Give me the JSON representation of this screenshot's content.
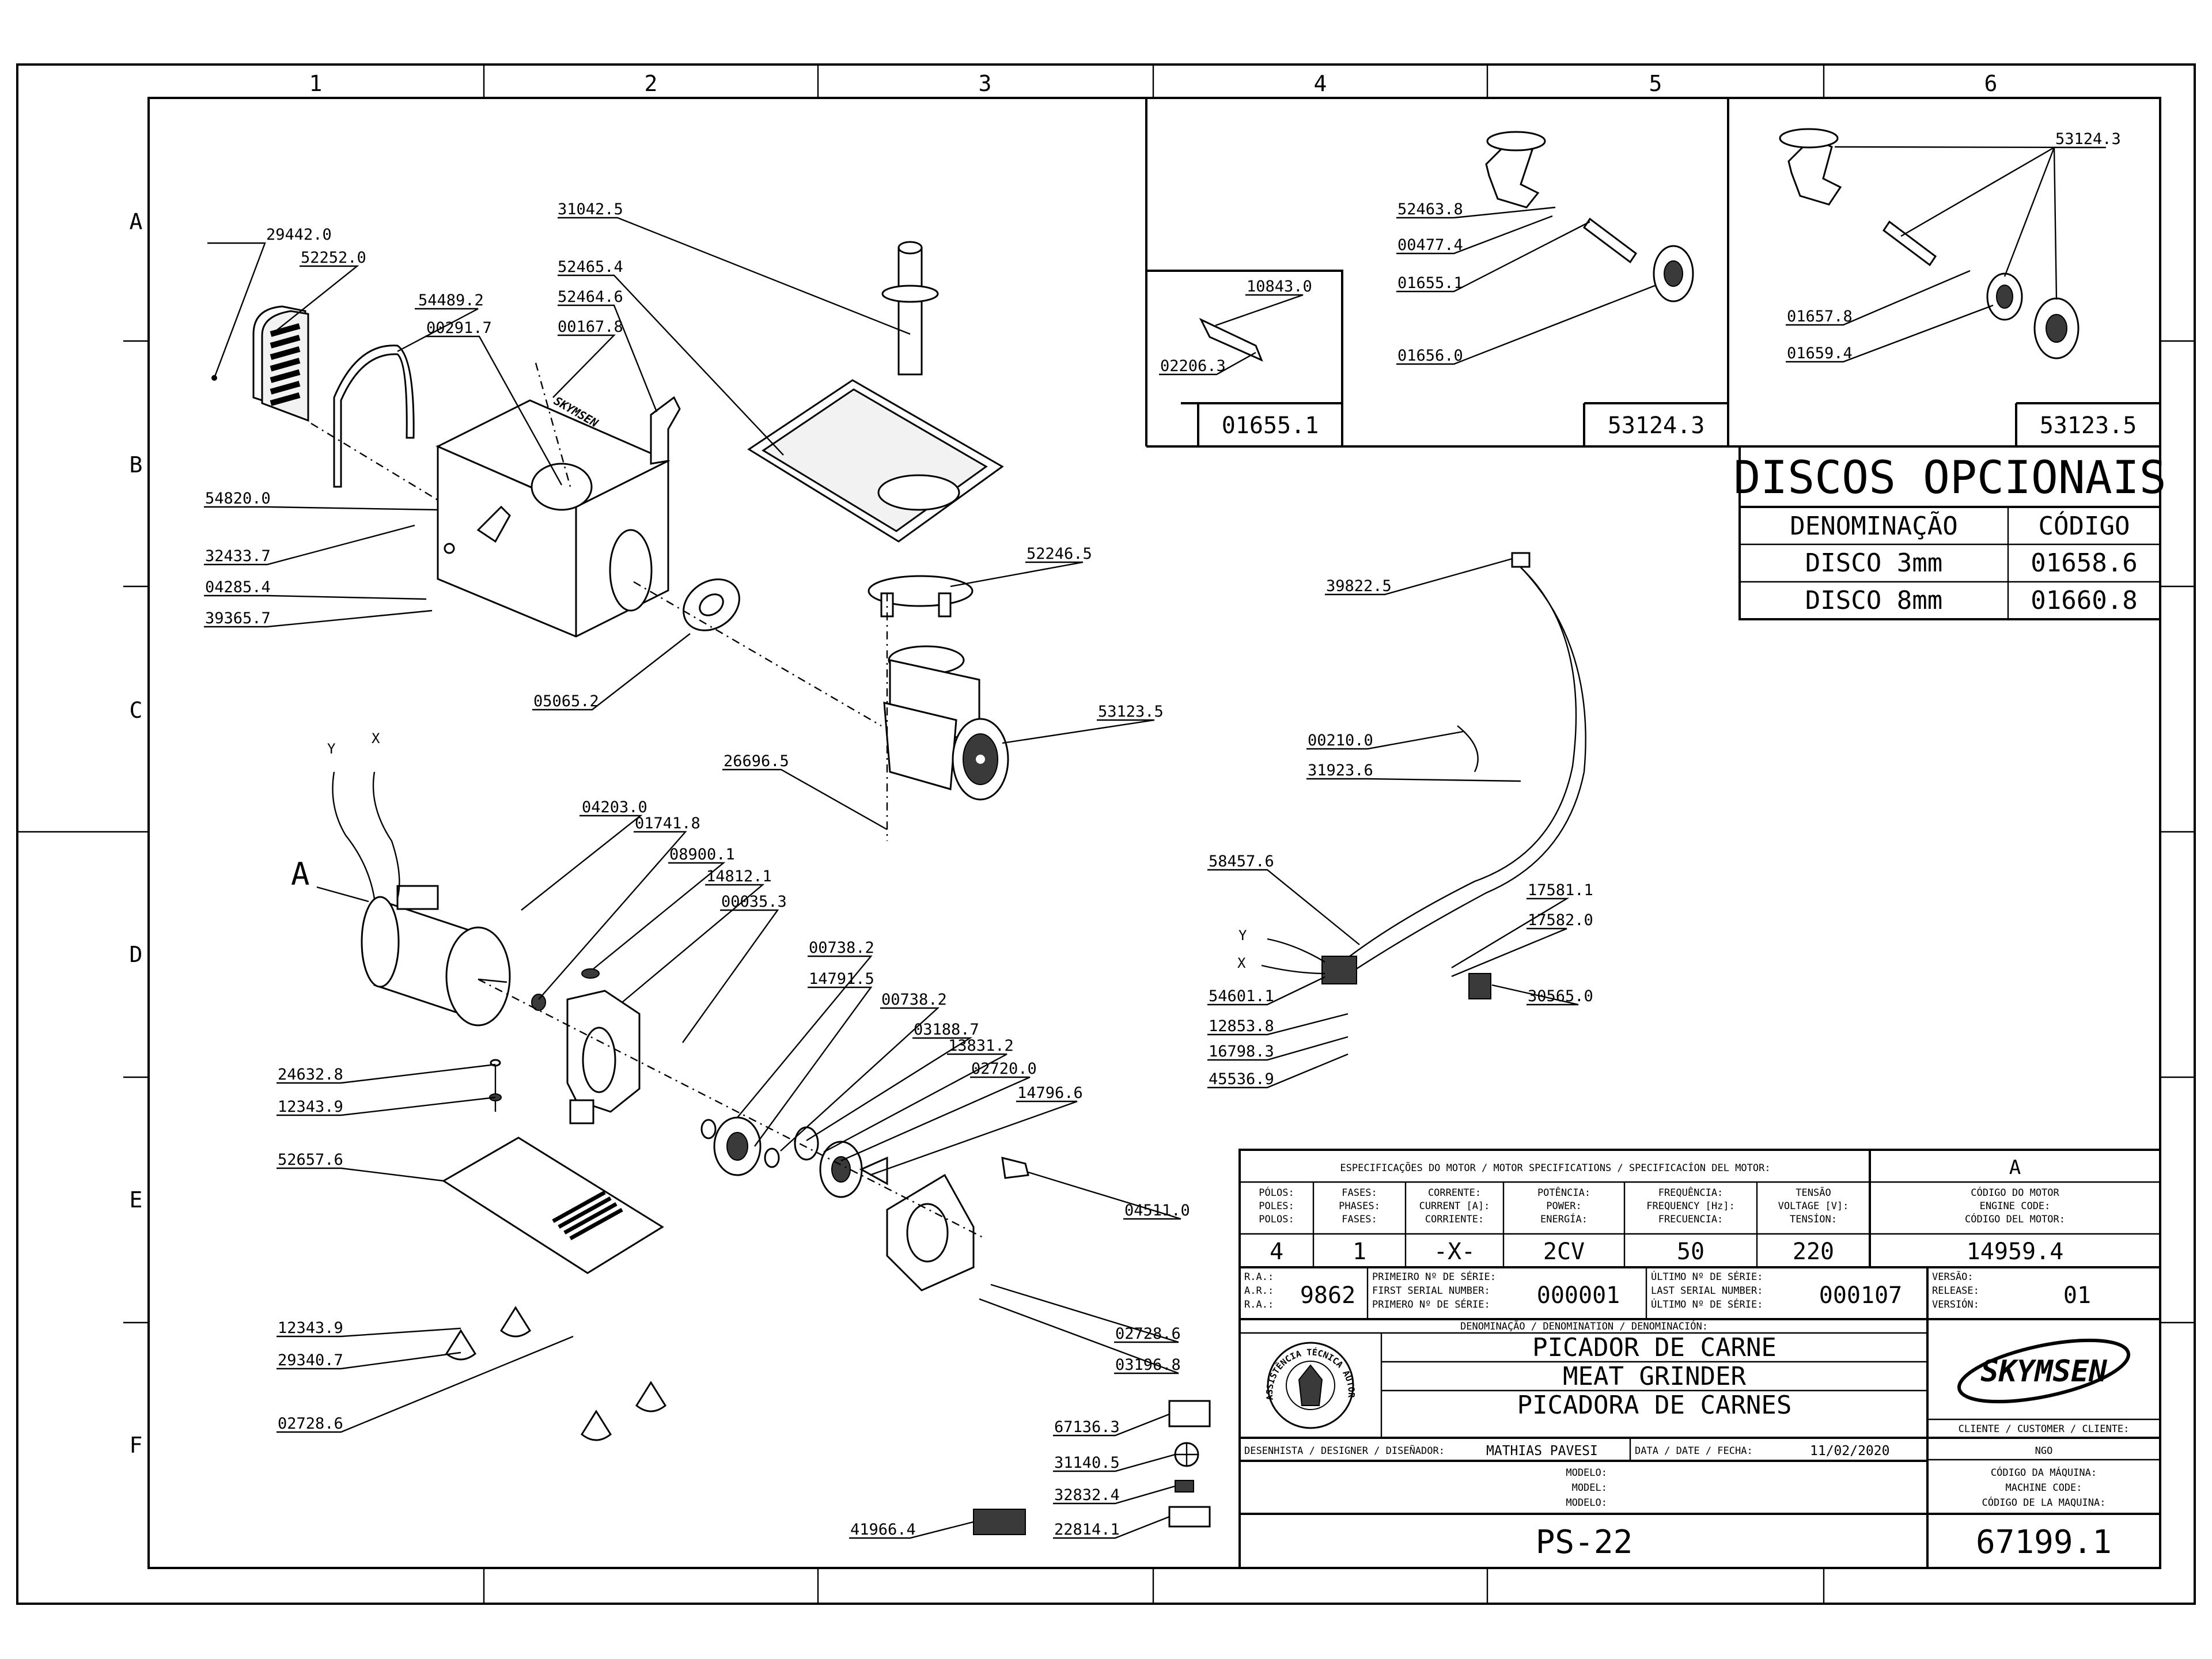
{
  "zones": {
    "columns": [
      "1",
      "2",
      "3",
      "4",
      "5",
      "6"
    ],
    "rows": [
      "A",
      "B",
      "C",
      "D",
      "E",
      "F"
    ]
  },
  "part_labels": {
    "p29442_0": "29442.0",
    "p52252_0": "52252.0",
    "p54489_2": "54489.2",
    "p00291_7": "00291.7",
    "p31042_5": "31042.5",
    "p52465_4": "52465.4",
    "p52464_6": "52464.6",
    "p00167_8": "00167.8",
    "p54820_0": "54820.0",
    "p32433_7": "32433.7",
    "p04285_4": "04285.4",
    "p39365_7": "39365.7",
    "p05065_2": "05065.2",
    "p52246_5": "52246.5",
    "p53123_5": "53123.5",
    "p26696_5": "26696.5",
    "p04203_0": "04203.0",
    "p01741_8": "01741.8",
    "p08900_1": "08900.1",
    "p14812_1": "14812.1",
    "p00035_3": "00035.3",
    "p00738_2a": "00738.2",
    "p14791_5": "14791.5",
    "p00738_2b": "00738.2",
    "p03188_7": "03188.7",
    "p13831_2": "13831.2",
    "p02720_0": "02720.0",
    "p14796_6": "14796.6",
    "p24632_8": "24632.8",
    "p12343_9a": "12343.9",
    "p52657_6": "52657.6",
    "p04511_0": "04511.0",
    "p02728_6a": "02728.6",
    "p03196_8": "03196.8",
    "p12343_9b": "12343.9",
    "p29340_7": "29340.7",
    "p02728_6b": "02728.6",
    "p67136_3": "67136.3",
    "p31140_5": "31140.5",
    "p32832_4": "32832.4",
    "p22814_1": "22814.1",
    "p41966_4": "41966.4",
    "p52463_8": "52463.8",
    "p00477_4": "00477.4",
    "p01655_1": "01655.1",
    "p01656_0": "01656.0",
    "p10843_0": "10843.0",
    "p02206_3": "02206.3",
    "p53124_3": "53124.3",
    "p01657_8": "01657.8",
    "p01659_4": "01659.4",
    "p39822_5": "39822.5",
    "p00210_0": "00210.0",
    "p31923_6": "31923.6",
    "p58457_6": "58457.6",
    "p17581_1": "17581.1",
    "p17582_0": "17582.0",
    "p30565_0": "30565.0",
    "p54601_1": "54601.1",
    "p12853_8": "12853.8",
    "p16798_3": "16798.3",
    "p45536_9": "45536.9"
  },
  "callouts": {
    "motor_a": "A",
    "wire_y": "Y",
    "wire_x": "X",
    "wire_y2": "Y",
    "wire_x2": "X",
    "brand_cover": "SKYMSEN"
  },
  "kits": {
    "kit1": "01655.1",
    "kit2": "53124.3",
    "kit3": "53123.5"
  },
  "optional_discs": {
    "title": "DISCOS OPCIONAIS",
    "col_name": "DENOMINAÇÃO",
    "col_code": "CÓDIGO",
    "rows": [
      {
        "name": "DISCO 3mm",
        "code": "01658.6"
      },
      {
        "name": "DISCO 8mm",
        "code": "01660.8"
      }
    ]
  },
  "title_block": {
    "motor_spec_header": "ESPECIFICAÇÕES DO MOTOR / MOTOR SPECIFICATIONS / SPECIFICACÍON DEL MOTOR:",
    "motor_letter": "A",
    "spec_headers": [
      [
        "PÓLOS:",
        "POLES:",
        "POLOS:"
      ],
      [
        "FASES:",
        "PHASES:",
        "FASES:"
      ],
      [
        "CORRENTE:",
        "CURRENT [A]:",
        "CORRIENTE:"
      ],
      [
        "POTÊNCIA:",
        "POWER:",
        "ENERGÍA:"
      ],
      [
        "FREQUÊNCIA:",
        "FREQUENCY [Hz]:",
        "FRECUENCIA:"
      ],
      [
        "TENSÃO",
        "VOLTAGE [V]:",
        "TENSÍON:"
      ]
    ],
    "spec_values": [
      "4",
      "1",
      "-X-",
      "2CV",
      "50",
      "220"
    ],
    "engine_code_labels": [
      "CÓDIGO DO MOTOR",
      "ENGINE CODE:",
      "CÓDIGO DEL MOTOR:"
    ],
    "engine_code": "14959.4",
    "ra_labels": [
      "R.A.:",
      "A.R.:",
      "R.A.:"
    ],
    "ra_value": "9862",
    "first_serial_labels": [
      "PRIMEIRO Nº DE SÉRIE:",
      "FIRST SERIAL NUMBER:",
      "PRIMERO Nº DE SÉRIE:"
    ],
    "first_serial": "000001",
    "last_serial_labels": [
      "ÚLTIMO Nº DE SÉRIE:",
      "LAST SERIAL NUMBER:",
      "ÚLTIMO Nº DE SÉRIE:"
    ],
    "last_serial": "000107",
    "version_labels": [
      "VERSÃO:",
      "RELEASE:",
      "VERSIÓN:"
    ],
    "version": "01",
    "denomination_header": "DENOMINAÇÃO / DENOMINATION / DENOMINACIÓN:",
    "names": [
      "PICADOR DE CARNE",
      "MEAT GRINDER",
      "PICADORA DE CARNES"
    ],
    "seal_text": "ASSISTÊNCIA TÉCNICA AUTORIZADA",
    "brand": "SKYMSEN",
    "designer_label": "DESENHISTA / DESIGNER / DISEÑADOR:",
    "designer": "MATHIAS PAVESI",
    "date_label": "DATA / DATE / FECHA:",
    "date": "11/02/2020",
    "client_label": "CLIENTE / CUSTOMER / CLIENTE:",
    "client": "NGO",
    "model_labels": [
      "MODELO:",
      "MODEL:",
      "MODELO:"
    ],
    "model": "PS-22",
    "machine_code_labels": [
      "CÓDIGO DA MÁQUINA:",
      "MACHINE CODE:",
      "CÓDIGO DE LA MAQUINA:"
    ],
    "machine_code": "67199.1"
  }
}
